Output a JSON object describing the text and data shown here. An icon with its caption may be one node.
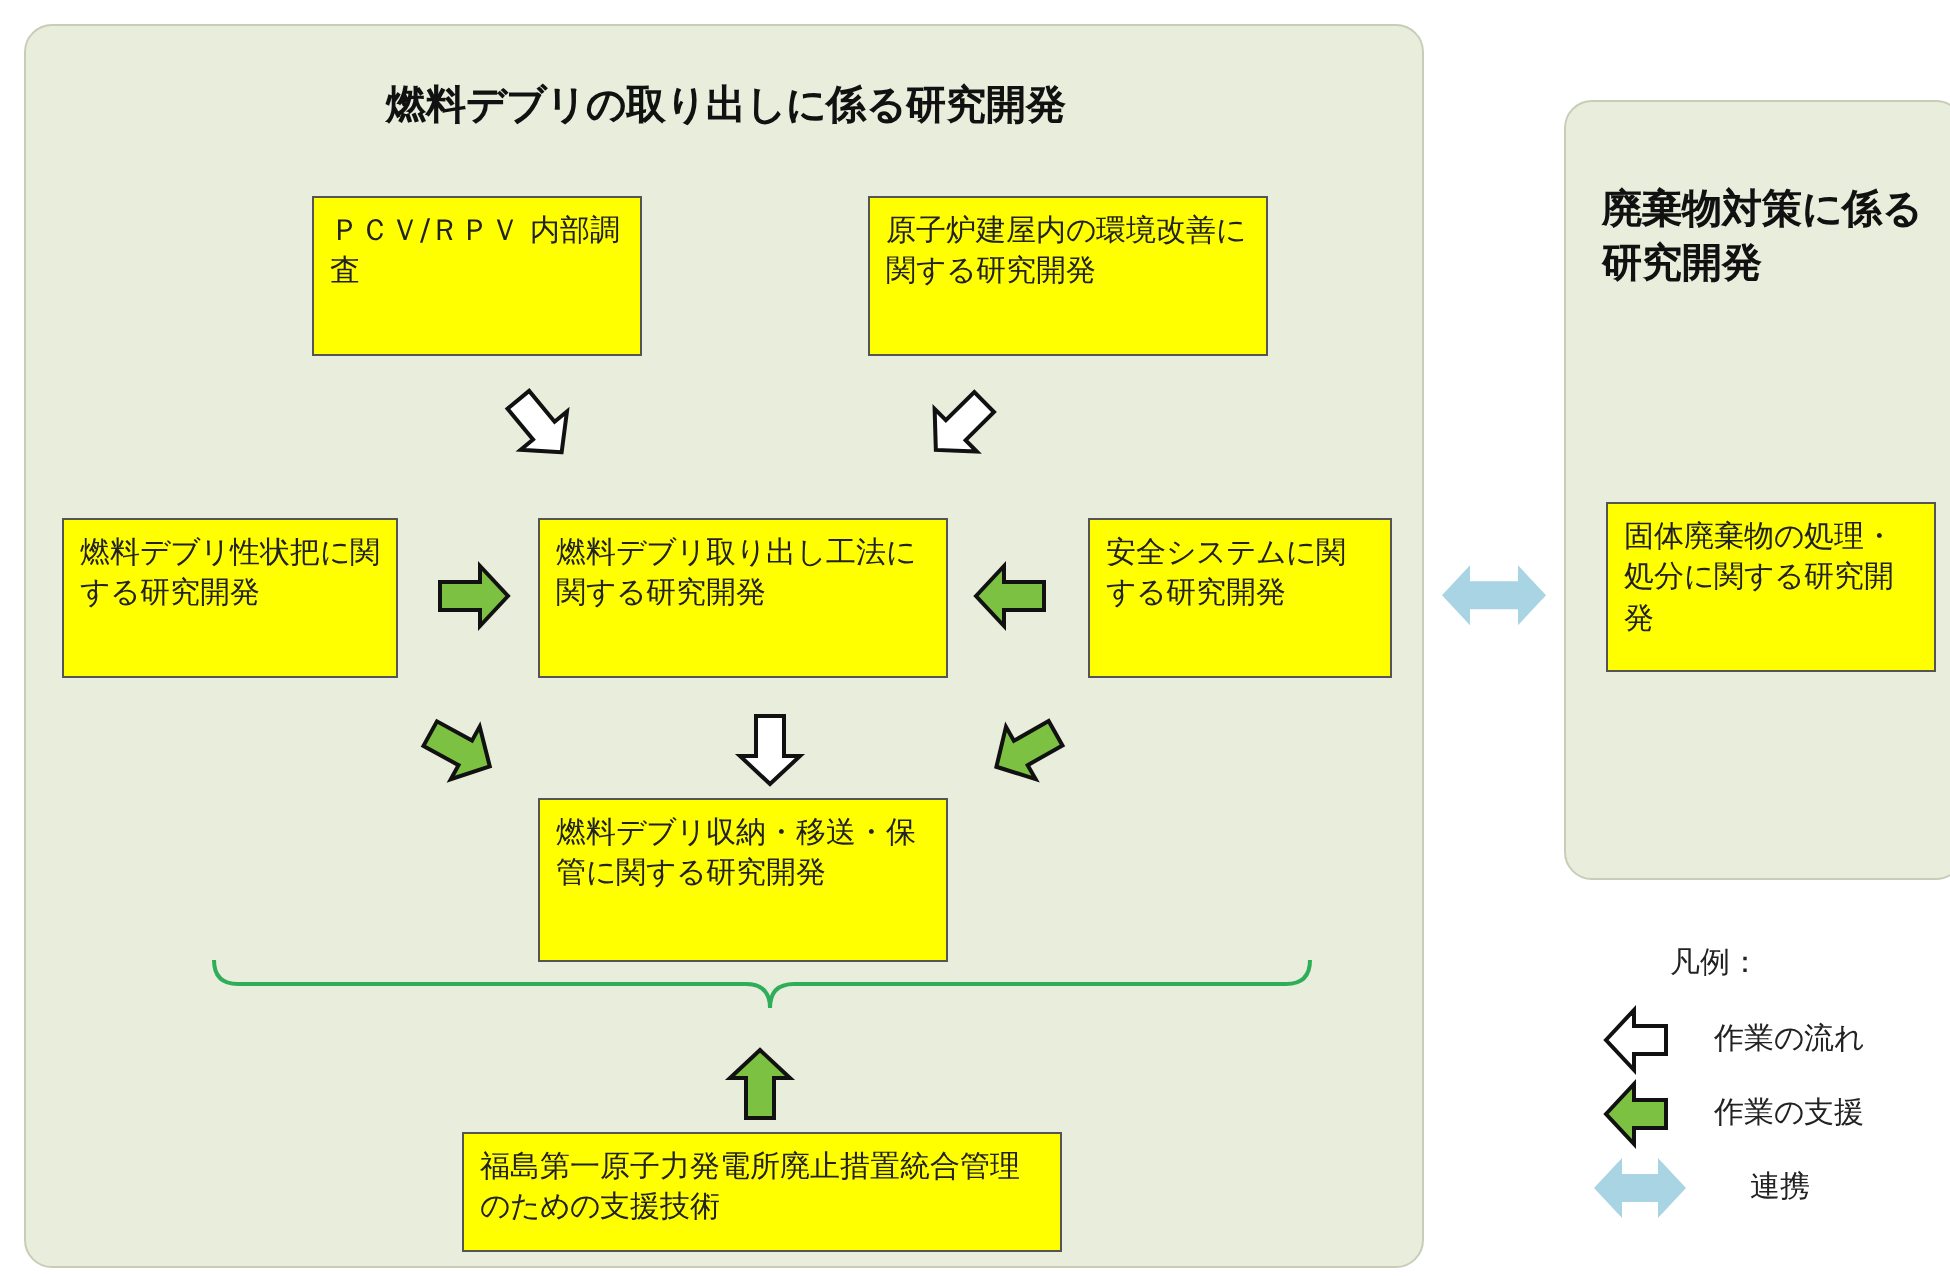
{
  "diagram": {
    "nodes": [
      {
        "text": [
          "燃料デブリの取り出しに係る研究開発"
        ]
      },
      {
        "text": [
          "ＰＣＶ/ＲＰＶ 内部調査"
        ],
        "in": 0
      },
      {
        "text": [
          "原子炉建屋内の環境改善に関する研究開発"
        ],
        "in": 0
      },
      {
        "text": [
          "燃料デブリ性状把に関する研究開発"
        ],
        "in": 0
      },
      {
        "text": [
          "燃料デブリ取り出し工法に関する研究開発"
        ],
        "in": 0
      },
      {
        "text": [
          "安全システムに関する研究開発"
        ],
        "in": 0
      },
      {
        "text": [
          "燃料デブリ収納・移送・保管に関する研究開発"
        ],
        "in": 0
      },
      {
        "text": [
          "福島第一原子力発電所廃止措置統合管理のための支援技術"
        ],
        "in": 0
      },
      {
        "text": [
          "廃棄物対策に係る研究開発"
        ]
      },
      {
        "text": [
          "固体廃棄物の処理・処分に関する研究開発"
        ],
        "in": 8
      }
    ],
    "edges": [
      {
        "from": 1,
        "to": 4,
        "arrow": "to",
        "color": "#ffffff"
      },
      {
        "from": 2,
        "to": 4,
        "arrow": "to",
        "color": "#ffffff"
      },
      {
        "from": 3,
        "to": 4,
        "arrow": "to"
      },
      {
        "from": 5,
        "to": 4,
        "arrow": "to"
      },
      {
        "from": 3,
        "to": 6,
        "arrow": "to"
      },
      {
        "from": 4,
        "to": 6,
        "arrow": "to",
        "color": "#ffffff"
      },
      {
        "from": 5,
        "to": 6,
        "arrow": "to"
      },
      {
        "from": 7,
        "to": null,
        "arrow": "to"
      },
      {
        "from": 0,
        "to": 8,
        "arrow": "both",
        "color": "#a8d4e4"
      }
    ],
    "labels": [
      "凡例："
    ],
    "legend": [
      {
        "text": "作業の流れ"
      },
      {
        "text": "作業の支援"
      },
      {
        "text": "連携"
      }
    ]
  }
}
